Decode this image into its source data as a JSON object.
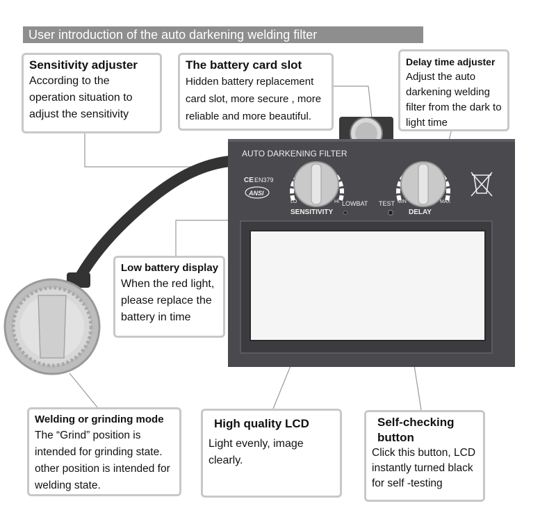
{
  "header": {
    "title": "User introduction of the auto darkening welding filter"
  },
  "device": {
    "filter_label": "AUTO DARKENING FILTER",
    "ce_mark": "CE",
    "ce_standard": "EN379",
    "ansi_badge": "ANSI",
    "knob_sensitivity": {
      "label": "SENSITIVITY",
      "min_label": "LO",
      "max_label": "HI"
    },
    "knob_delay": {
      "label": "DELAY",
      "min_label": "MIN",
      "max_label": "MAX"
    },
    "lowbat_label": "LOWBAT",
    "test_label": "TEST"
  },
  "callouts": {
    "sensitivity": {
      "title": "Sensitivity adjuster",
      "body": "According to the operation situation to adjust the sensitivity"
    },
    "battery_slot": {
      "title": "The battery card slot",
      "body": "Hidden battery replacement card slot, more secure , more reliable and more beautiful."
    },
    "delay": {
      "title": "Delay time adjuster",
      "body": "Adjust the auto darkening welding filter from the dark to light time"
    },
    "low_battery": {
      "title": "Low battery display",
      "body": "When the red light, please replace the battery in time"
    },
    "mode": {
      "title": "Welding or grinding mode",
      "body": "The “Grind” position is intended for grinding state. other position is intended for welding state."
    },
    "lcd": {
      "title": "High quality LCD",
      "body": "Light evenly, image clearly."
    },
    "self_check": {
      "title": "Self-checking button",
      "body": "Click this button, LCD instantly turned black for self -testing"
    }
  },
  "colors": {
    "panel": "#4a4a4e",
    "callout_border": "#c8c8c8",
    "header_bar": "#8e8e8e",
    "lcd_window": "#f5f5f5",
    "knob": "#c9c9c9"
  }
}
